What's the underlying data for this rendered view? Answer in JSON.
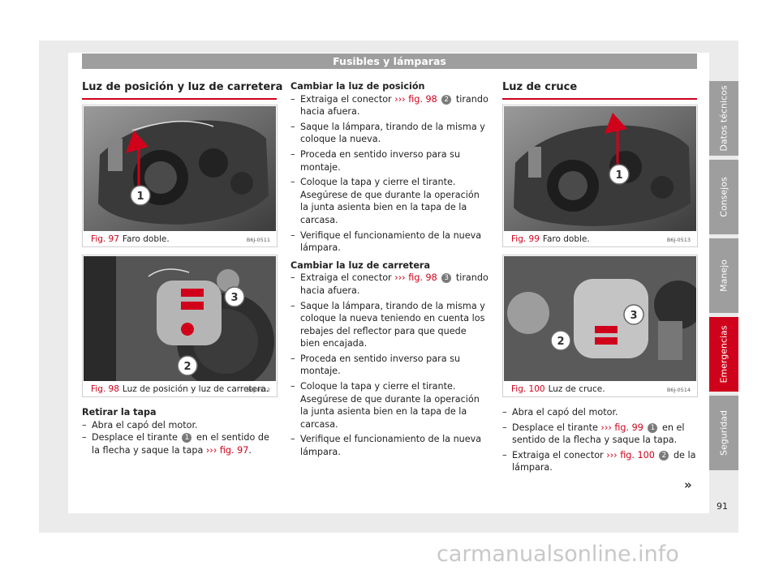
{
  "header": {
    "title": "Fusibles y lámparas"
  },
  "left": {
    "title": "Luz de posición y luz de carretera",
    "fig97": {
      "number": "Fig. 97",
      "caption": "Faro doble.",
      "code": "B6J-0511",
      "callouts": [
        "1"
      ]
    },
    "fig98": {
      "number": "Fig. 98",
      "caption": "Luz de posición y luz de carretera.",
      "code": "B6J-0512",
      "callouts": [
        "3",
        "2"
      ]
    },
    "section": {
      "heading": "Retirar la tapa",
      "step1": "Abra el capó del motor.",
      "step2_a": "Desplace el tirante",
      "step2_num": "1",
      "step2_b": "en el sentido de la flecha y saque la tapa",
      "step2_ref": "››› fig. 97",
      "step2_end": "."
    }
  },
  "middle": {
    "pos": {
      "heading": "Cambiar la luz de posición",
      "s1_a": "Extraiga el conector",
      "s1_ref": "››› fig. 98",
      "s1_num": "2",
      "s1_b": "tirando hacia afuera.",
      "s2": "Saque la lámpara, tirando de la misma y coloque la nueva.",
      "s3": "Proceda en sentido inverso para su monta­je.",
      "s4": "Coloque la tapa y cierre el tirante. Asegúre­se de que durante la operación la junta asienta bien en la tapa de la carcasa.",
      "s5": "Verifique el funcionamiento de la nueva lámpara."
    },
    "car": {
      "heading": "Cambiar la luz de carretera",
      "s1_a": "Extraiga el conector",
      "s1_ref": "››› fig. 98",
      "s1_num": "3",
      "s1_b": "tirando hacia afuera.",
      "s2": "Saque la lámpara, tirando de la misma y coloque la nueva teniendo en cuenta los rebajes del reflector para que quede bien encajada.",
      "s3": "Proceda en sentido inverso para su monta­je.",
      "s4": "Coloque la tapa y cierre el tirante. Asegúre­se de que durante la operación la junta asienta bien en la tapa de la carcasa.",
      "s5": "Verifique el funcionamiento de la nueva lámpara."
    }
  },
  "right": {
    "title": "Luz de cruce",
    "fig99": {
      "number": "Fig. 99",
      "caption": "Faro doble.",
      "code": "B6J-0513",
      "callouts": [
        "1"
      ]
    },
    "fig100": {
      "number": "Fig. 100",
      "caption": "Luz de cruce.",
      "code": "B6J-0514",
      "callouts": [
        "3",
        "2"
      ]
    },
    "steps": {
      "s1": "Abra el capó del motor.",
      "s2_a": "Desplace el tirante",
      "s2_ref": "››› fig. 99",
      "s2_num": "1",
      "s2_b": "en el senti­do de la flecha y saque la tapa.",
      "s3_a": "Extraiga el conector",
      "s3_ref": "››› fig. 100",
      "s3_num": "2",
      "s3_b": "de la lámpara."
    }
  },
  "sidebar": {
    "tabs": [
      "Datos técnicos",
      "Consejos",
      "Manejo",
      "Emergencias",
      "Seguridad"
    ],
    "active": "Emergencias"
  },
  "page_number": "91",
  "continue_mark": "»",
  "watermark": "carmanualsonline.info",
  "colors": {
    "accent": "#d0021b",
    "header_gray": "#9e9e9e",
    "callout_gray": "#7a7a7a"
  }
}
